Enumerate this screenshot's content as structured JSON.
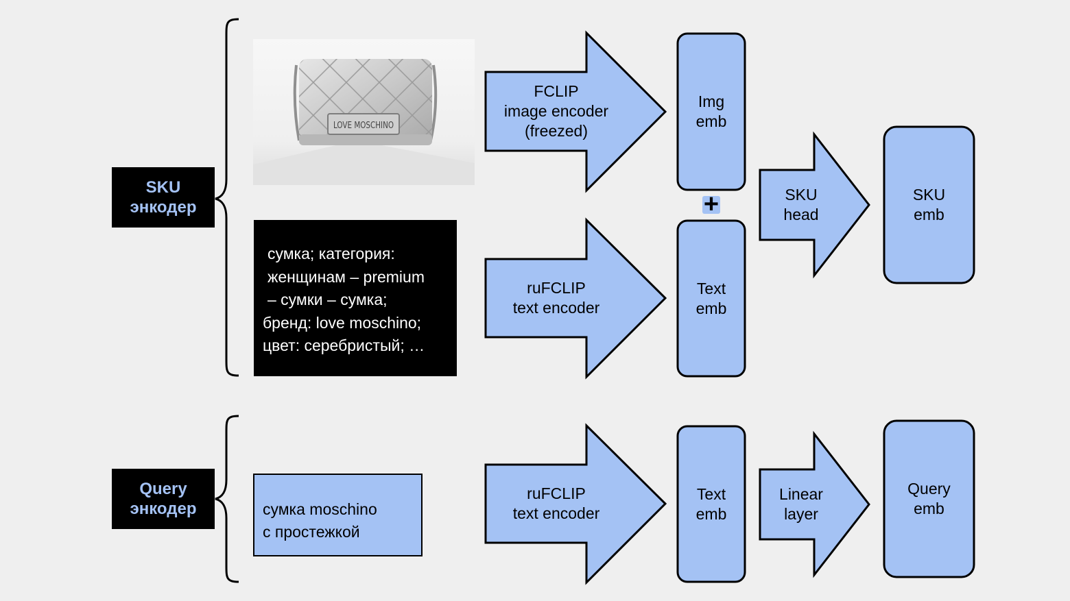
{
  "sku_encoder": {
    "label": "SKU\nэнкодер",
    "product_text_lines": [
      "сумка; категория:",
      "женщинам – premium",
      "– сумки – сумка;",
      "бренд: love moschino;",
      "цвет: серебристый; …"
    ],
    "bag_plate_text": "LOVE MOSCHINO",
    "image_encoder": "FCLIP\nimage encoder\n(freezed)",
    "text_encoder": "ruFCLIP\ntext encoder",
    "img_emb": "Img\nemb",
    "text_emb": "Text\nemb",
    "plus": "+",
    "head": "SKU\nhead",
    "output": "SKU\nemb"
  },
  "query_encoder": {
    "label": "Query\nэнкодер",
    "query_text_lines": [
      "сумка moschino",
      "с простежкой"
    ],
    "text_encoder": "ruFCLIP\ntext encoder",
    "text_emb": "Text\nemb",
    "layer": "Linear\nlayer",
    "output": "Query\nemb"
  },
  "colors": {
    "background": "#efefef",
    "shape_fill": "#a4c2f4",
    "label_bg": "#000000",
    "label_text": "#a4c2f4"
  }
}
